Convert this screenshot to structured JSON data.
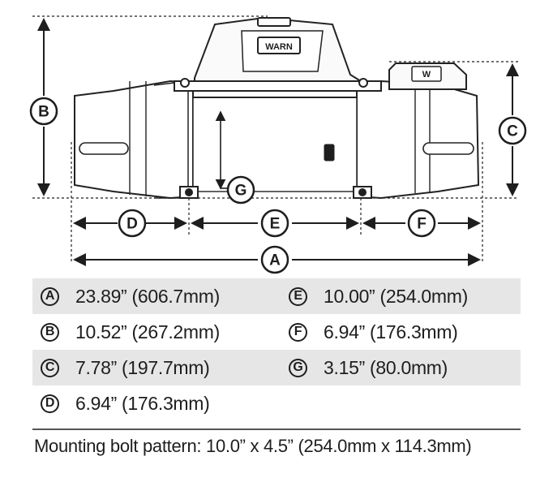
{
  "diagram": {
    "brand_logo": "WARN",
    "brand_mark": "W",
    "callouts": {
      "A": "A",
      "B": "B",
      "C": "C",
      "D": "D",
      "E": "E",
      "F": "F",
      "G": "G"
    }
  },
  "dimensions": [
    {
      "key": "A",
      "value": "23.89” (606.7mm)"
    },
    {
      "key": "E",
      "value": "10.00” (254.0mm)"
    },
    {
      "key": "B",
      "value": "10.52” (267.2mm)"
    },
    {
      "key": "F",
      "value": "6.94” (176.3mm)"
    },
    {
      "key": "C",
      "value": "7.78” (197.7mm)"
    },
    {
      "key": "G",
      "value": "3.15” (80.0mm)"
    },
    {
      "key": "D",
      "value": "6.94” (176.3mm)"
    }
  ],
  "footnote": "Mounting bolt pattern: 10.0” x 4.5” (254.0mm x 114.3mm)"
}
